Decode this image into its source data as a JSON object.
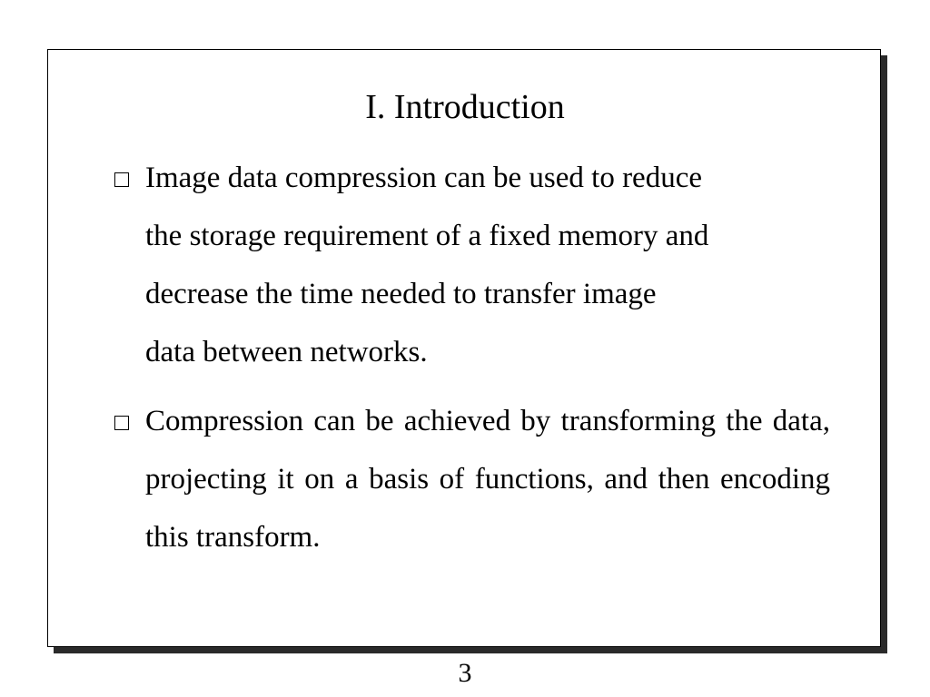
{
  "slide": {
    "title": "I. Introduction",
    "bullets": [
      {
        "lines": [
          "Image data compression can be used to reduce",
          "the storage requirement of a fixed memory and",
          "decrease the time needed to transfer image",
          "data between networks."
        ]
      },
      {
        "text": "Compression can be achieved by transforming the data, projecting it on a basis of functions, and then encoding this transform."
      }
    ]
  },
  "page_number": "3"
}
